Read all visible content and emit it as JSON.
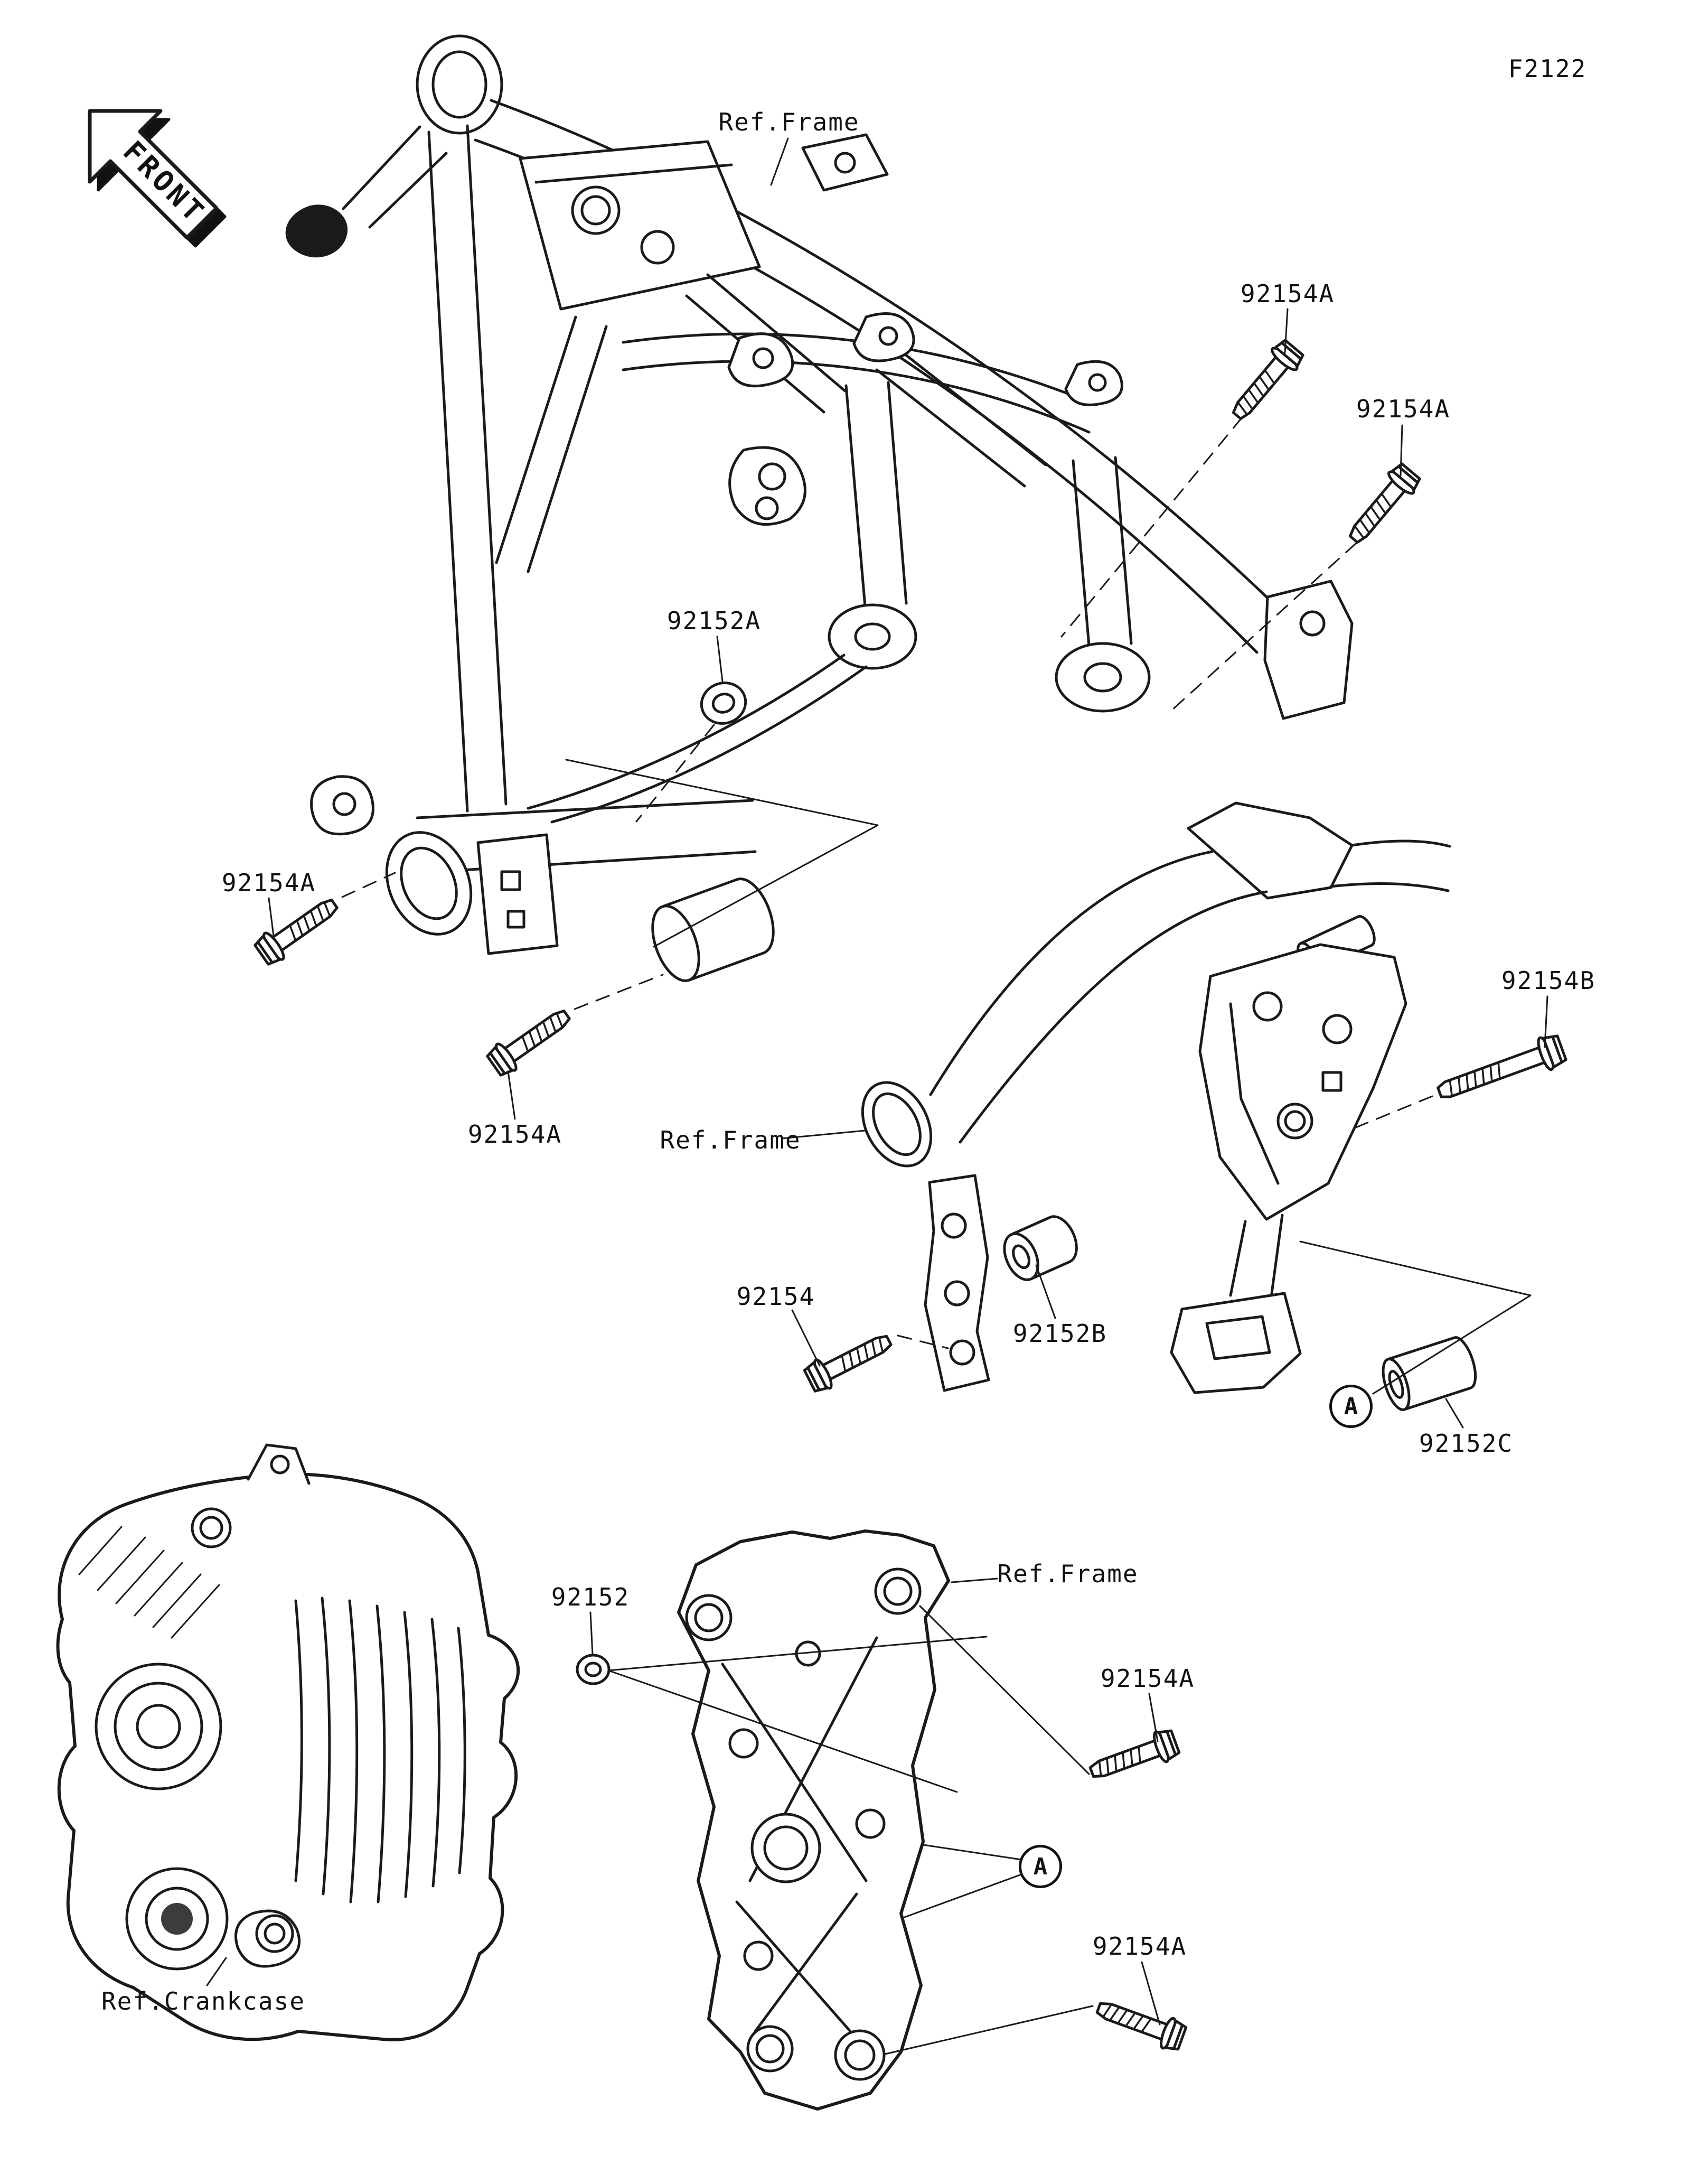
{
  "diagram": {
    "code": "F2122",
    "front_label": "FRONT",
    "detail_markers": {
      "a1": "A",
      "a2": "A"
    },
    "callouts": {
      "ref_frame_top": "Ref.Frame",
      "ref_frame_mid": "Ref.Frame",
      "ref_frame_bottom": "Ref.Frame",
      "ref_crankcase": "Ref.Crankcase",
      "p92154a_1": "92154A",
      "p92154a_2": "92154A",
      "p92154a_3": "92154A",
      "p92154a_4": "92154A",
      "p92154a_5": "92154A",
      "p92154a_6": "92154A",
      "p92154b": "92154B",
      "p92154": "92154",
      "p92152a": "92152A",
      "p92152b": "92152B",
      "p92152c": "92152C",
      "p92152": "92152"
    }
  }
}
